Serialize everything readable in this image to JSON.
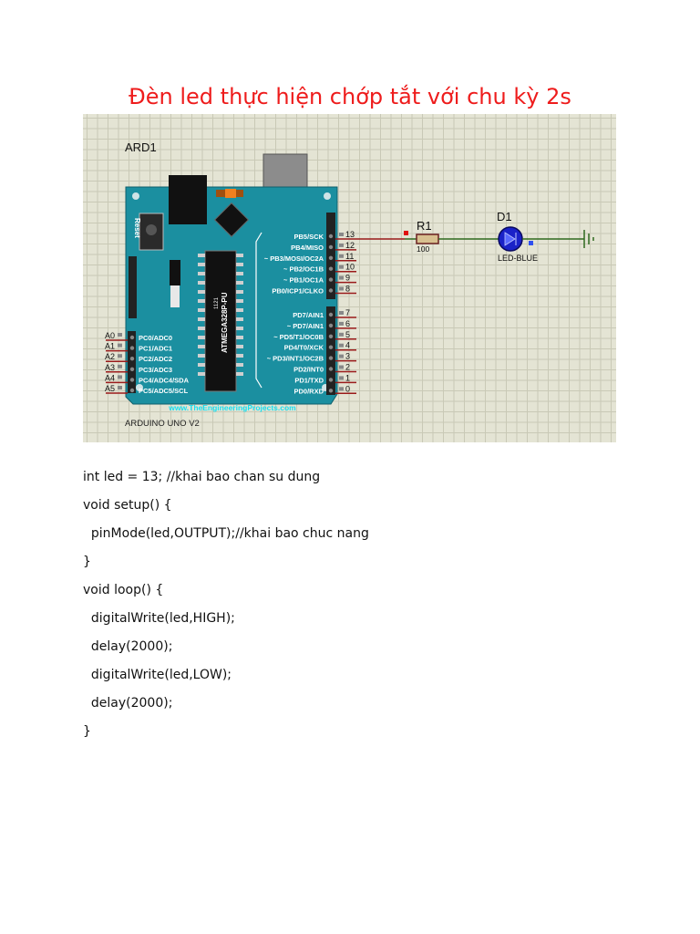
{
  "title": "Đèn led thực hiện chớp tắt với chu kỳ 2s",
  "schematic": {
    "board_ref": "ARD1",
    "board_model": "ARDUINO UNO V2",
    "reset_label": "Reset",
    "chip_label": "ATMEGA328P-PU",
    "chip_code": "1121",
    "website": "www.TheEngineeringProjects.com",
    "analog_pins": [
      {
        "ext": "A0",
        "int": "PC0/ADC0"
      },
      {
        "ext": "A1",
        "int": "PC1/ADC1"
      },
      {
        "ext": "A2",
        "int": "PC2/ADC2"
      },
      {
        "ext": "A3",
        "int": "PC3/ADC3"
      },
      {
        "ext": "A4",
        "int": "PC4/ADC4/SDA"
      },
      {
        "ext": "A5",
        "int": "PC5/ADC5/SCL"
      }
    ],
    "digital_pins_top": [
      {
        "num": "13",
        "label": "PB5/SCK"
      },
      {
        "num": "12",
        "label": "PB4/MISO"
      },
      {
        "num": "11",
        "label": "~ PB3/MOSI/OC2A"
      },
      {
        "num": "10",
        "label": "~ PB2/OC1B"
      },
      {
        "num": "9",
        "label": "~ PB1/OC1A"
      },
      {
        "num": "8",
        "label": "PB0/ICP1/CLKO"
      }
    ],
    "digital_pins_bottom": [
      {
        "num": "7",
        "label": "PD7/AIN1"
      },
      {
        "num": "6",
        "label": "~ PD7/AIN1"
      },
      {
        "num": "5",
        "label": "~ PD5/T1/OC0B"
      },
      {
        "num": "4",
        "label": "PD4/T0/XCK"
      },
      {
        "num": "3",
        "label": "~ PD3/INT1/OC2B"
      },
      {
        "num": "2",
        "label": "PD2/INT0"
      },
      {
        "num": "1",
        "label": "PD1/TXD"
      },
      {
        "num": "0",
        "label": "PD0/RXD"
      }
    ],
    "resistor_ref": "R1",
    "resistor_value": "100",
    "led_ref": "D1",
    "led_type": "LED-BLUE",
    "colors": {
      "board": "#1b8fa0",
      "wire": "#2e6a1f",
      "pin_wire": "#9a1a1a",
      "led": "#1a22c8"
    }
  },
  "code_lines": [
    "int led = 13; //khai bao chan su dung",
    "void setup() {",
    "  pinMode(led,OUTPUT);//khai bao chuc nang",
    "}",
    "void loop() {",
    "  digitalWrite(led,HIGH);",
    "  delay(2000);",
    "  digitalWrite(led,LOW);",
    "  delay(2000);",
    "}"
  ]
}
